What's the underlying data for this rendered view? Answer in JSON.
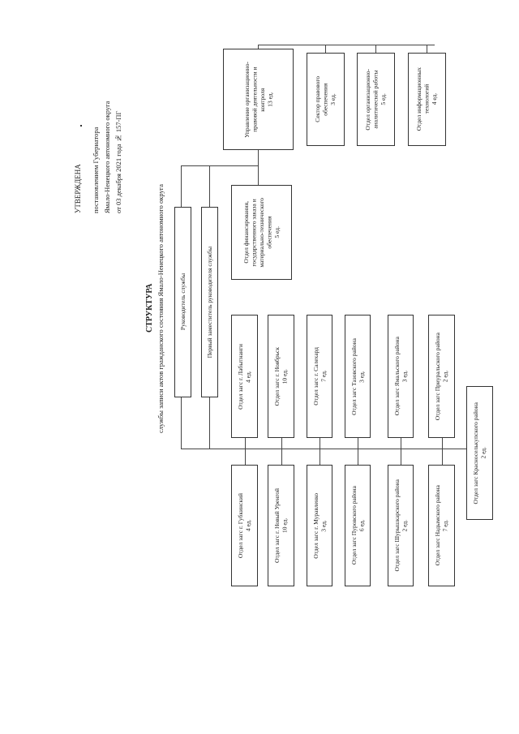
{
  "approval": {
    "title": "УТВЕРЖДЕНА",
    "lines": [
      "постановлением Губернатора",
      "Ямало-Ненецкого автономного округа",
      "от 03 декабря 2021 года № 157-ПГ"
    ]
  },
  "heading": {
    "title": "СТРУКТУРА",
    "subtitle": "службы записи актов гражданского состояния Ямало-Ненецкого автономного округа"
  },
  "leaders": {
    "head": "Руководитель службы",
    "deputy": "Первый заместитель руководителя службы"
  },
  "top_units": [
    "Управление организационно-\nправовой деятельности и\nконтроля\n13 ед.",
    "Сектор правового\nобеспечения\n3 ед.",
    "Отдел организационно-\nаналитической работы\n5 ед.",
    "Отдел информационных\nтехнологий\n4 ед."
  ],
  "finance_unit": "Отдел финансирования,\nгосударственного заказа и\nматериально-технического\nобеспечения\n5 ед.",
  "middle_units": [
    "Отдел загс г. Лабытнанги\n4 ед.",
    "Отдел загс г. Ноябрьск\n10 ед.",
    "Отдел загс г. Салехард\n7 ед.",
    "Отдел загс Тазовского района\n3 ед.",
    "Отдел загс Ямальского района\n3 ед.",
    "Отдел загс Приуральского района\n2 ед."
  ],
  "bottom_units": [
    "Отдел загс г. Губкинский\n4 ед.",
    "Отдел загс г. Новый Уренгой\n10 ед.",
    "Отдел загс г. Муравленко\n3 ед.",
    "Отдел загс Пуровского района\n6 ед.",
    "Отдел загс Шурышкарского района\n2 ед.",
    "Отдел загс Надымского района\n7 ед."
  ],
  "extra_unit": "Отдел загс Красноселькупского района\n2 ед."
}
